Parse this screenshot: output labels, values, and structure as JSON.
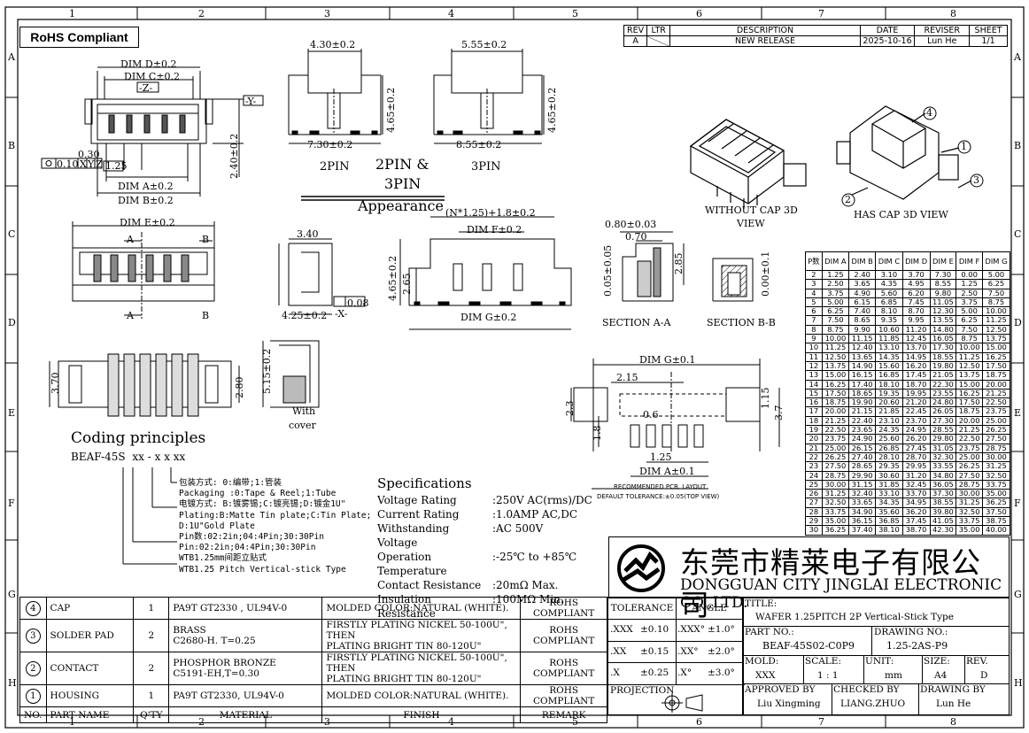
{
  "frame": {
    "top_numbers": [
      "1",
      "2",
      "3",
      "4",
      "5",
      "6",
      "7",
      "8"
    ],
    "side_letters": [
      "A",
      "B",
      "C",
      "D",
      "E",
      "F",
      "G",
      "H"
    ]
  },
  "rohs_badge": "RoHS Compliant",
  "revision": {
    "headers": [
      "REV",
      "LTR",
      "DESCRIPTION",
      "DATE",
      "REVISER",
      "SHEET"
    ],
    "row": [
      "A",
      "",
      "NEW RELEASE",
      "2025-10-16",
      "Lun He",
      "1/1"
    ]
  },
  "views": {
    "dim_d": "DIM D±0.2",
    "dim_c": "DIM C±0.2",
    "z_datum": "-Z-",
    "y_datum": "-Y-",
    "dim_030": "0.30",
    "tol_frame": "0.10",
    "tol_x": "X",
    "tol_y": "Y",
    "tol_z": "Z",
    "dim_125": "1.25",
    "dim_240": "2.40±0.2",
    "dim_a": "DIM A±0.2",
    "dim_b": "DIM B±0.2",
    "p2_width": "4.30±0.2",
    "p2_height": "4.65±0.2",
    "p2_base": "7.30±0.2",
    "p2_label": "2PIN",
    "p3_width": "5.55±0.2",
    "p3_height": "4.65±0.2",
    "p3_base": "8.55±0.2",
    "p3_label": "3PIN",
    "pin_title_1": "2PIN &",
    "pin_title_2": "3PIN",
    "appearance": "Appearance",
    "view_without_cap_1": "WITHOUT CAP 3D",
    "view_without_cap_2": "VIEW",
    "view_has_cap": "HAS CAP 3D VIEW",
    "callout_1": "1",
    "callout_2": "2",
    "callout_3": "3",
    "callout_4": "4",
    "dim_e": "DIM E±0.2",
    "section_a_mark": "A",
    "section_b_mark": "B",
    "side_340": "3.40",
    "side_425": "4.25±0.2",
    "side_flat": "0.08",
    "side_x": "-X-",
    "front_n": "(N*1.25)+1.8±0.2",
    "front_f": "DIM F±0.2",
    "front_465": "4.65±0.2",
    "front_265": "2.65",
    "front_g": "DIM G±0.2",
    "sec_080": "0.80±0.03",
    "sec_070": "0.70",
    "sec_285": "2.85",
    "sec_005": "0.05±0.05",
    "sec_aa": "SECTION A-A",
    "sec_bb": "SECTION B-B",
    "sec_bb_dim": "0.00±0.1",
    "bot_370": "3.70",
    "bot_280": "2.80",
    "cover_515": "5.15±0.2",
    "cover_label_1": "With",
    "cover_label_2": "cover",
    "pcb_g": "DIM G±0.1",
    "pcb_215": "2.15",
    "pcb_23": "2.3",
    "pcb_06": "0.6",
    "pcb_115": "1.15",
    "pcb_37": "3.7",
    "pcb_18": "1.8",
    "pcb_125": "1.25",
    "pcb_a": "DIM A±0.1",
    "pcb_title": "RECOMMENDED PCB. LAYOUT",
    "pcb_tol": "DEFAULT TOLERANCE:±0.05(TOP VIEW)"
  },
  "coding": {
    "title": "Coding principles",
    "code": "BEAF-45S",
    "code_parts": "xx - x  x xx",
    "lines": [
      "包装方式: 0:编带;1:管装",
      "Packaging :0:Tape & Reel;1:Tube",
      "电镀方式: B:镀雾锡;C:镀亮锡;D:镀金1U\"",
      "Plating:B:Matte Tin plate;C:Tin Plate;",
      "D:1U\"Gold Plate",
      "Pin数:02:2in;04:4Pin;30:30Pin",
      "Pin:02:2in;04:4Pin;30:30Pin",
      "WTB1.25mm间距立贴式",
      "WTB1.25 Pitch Vertical-stick Type"
    ]
  },
  "specifications": {
    "title": "Specifications",
    "rows": [
      {
        "label": "Voltage Rating",
        "value": ":250V AC(rms)/DC"
      },
      {
        "label": "Current Rating",
        "value": ":1.0AMP AC,DC"
      },
      {
        "label": "Withstanding Voltage",
        "value": ":AC 500V"
      },
      {
        "label": "Operation Temperature",
        "value": ":-25℃ to +85℃"
      },
      {
        "label": "Contact Resistance",
        "value": ":20mΩ Max."
      },
      {
        "label": "Insulation Resistance",
        "value": ":100MΩ Min."
      }
    ]
  },
  "dim_table": {
    "headers": [
      "P数",
      "DIM A",
      "DIM B",
      "DIM C",
      "DIM D",
      "DIM E",
      "DIM F",
      "DIM G"
    ],
    "rows": [
      [
        "2",
        "1.25",
        "2.40",
        "3.10",
        "3.70",
        "7.30",
        "0.00",
        "5.00"
      ],
      [
        "3",
        "2.50",
        "3.65",
        "4.35",
        "4.95",
        "8.55",
        "1.25",
        "6.25"
      ],
      [
        "4",
        "3.75",
        "4.90",
        "5.60",
        "6.20",
        "9.80",
        "2.50",
        "7.50"
      ],
      [
        "5",
        "5.00",
        "6.15",
        "6.85",
        "7.45",
        "11.05",
        "3.75",
        "8.75"
      ],
      [
        "6",
        "6.25",
        "7.40",
        "8.10",
        "8.70",
        "12.30",
        "5.00",
        "10.00"
      ],
      [
        "7",
        "7.50",
        "8.65",
        "9.35",
        "9.95",
        "13.55",
        "6.25",
        "11.25"
      ],
      [
        "8",
        "8.75",
        "9.90",
        "10.60",
        "11.20",
        "14.80",
        "7.50",
        "12.50"
      ],
      [
        "9",
        "10.00",
        "11.15",
        "11.85",
        "12.45",
        "16.05",
        "8.75",
        "13.75"
      ],
      [
        "10",
        "11.25",
        "12.40",
        "13.10",
        "13.70",
        "17.30",
        "10.00",
        "15.00"
      ],
      [
        "11",
        "12.50",
        "13.65",
        "14.35",
        "14.95",
        "18.55",
        "11.25",
        "16.25"
      ],
      [
        "12",
        "13.75",
        "14.90",
        "15.60",
        "16.20",
        "19.80",
        "12.50",
        "17.50"
      ],
      [
        "13",
        "15.00",
        "16.15",
        "16.85",
        "17.45",
        "21.05",
        "13.75",
        "18.75"
      ],
      [
        "14",
        "16.25",
        "17.40",
        "18.10",
        "18.70",
        "22.30",
        "15.00",
        "20.00"
      ],
      [
        "15",
        "17.50",
        "18.65",
        "19.35",
        "19.95",
        "23.55",
        "16.25",
        "21.25"
      ],
      [
        "16",
        "18.75",
        "19.90",
        "20.60",
        "21.20",
        "24.80",
        "17.50",
        "22.50"
      ],
      [
        "17",
        "20.00",
        "21.15",
        "21.85",
        "22.45",
        "26.05",
        "18.75",
        "23.75"
      ],
      [
        "18",
        "21.25",
        "22.40",
        "23.10",
        "23.70",
        "27.30",
        "20.00",
        "25.00"
      ],
      [
        "19",
        "22.50",
        "23.65",
        "24.35",
        "24.95",
        "28.55",
        "21.25",
        "26.25"
      ],
      [
        "20",
        "23.75",
        "24.90",
        "25.60",
        "26.20",
        "29.80",
        "22.50",
        "27.50"
      ],
      [
        "21",
        "25.00",
        "26.15",
        "26.85",
        "27.45",
        "31.05",
        "23.75",
        "28.75"
      ],
      [
        "22",
        "26.25",
        "27.40",
        "28.10",
        "28.70",
        "32.30",
        "25.00",
        "30.00"
      ],
      [
        "23",
        "27.50",
        "28.65",
        "29.35",
        "29.95",
        "33.55",
        "26.25",
        "31.25"
      ],
      [
        "24",
        "28.75",
        "29.90",
        "30.60",
        "31.20",
        "34.80",
        "27.50",
        "32.50"
      ],
      [
        "25",
        "30.00",
        "31.15",
        "31.85",
        "32.45",
        "36.05",
        "28.75",
        "33.75"
      ],
      [
        "26",
        "31.25",
        "32.40",
        "33.10",
        "33.70",
        "37.30",
        "30.00",
        "35.00"
      ],
      [
        "27",
        "32.50",
        "33.65",
        "34.35",
        "34.95",
        "38.55",
        "31.25",
        "36.25"
      ],
      [
        "28",
        "33.75",
        "34.90",
        "35.60",
        "36.20",
        "39.80",
        "32.50",
        "37.50"
      ],
      [
        "29",
        "35.00",
        "36.15",
        "36.85",
        "37.45",
        "41.05",
        "33.75",
        "38.75"
      ],
      [
        "30",
        "36.25",
        "37.40",
        "38.10",
        "38.70",
        "42.30",
        "35.00",
        "40.00"
      ]
    ]
  },
  "company": {
    "cn": "东莞市精莱电子有限公司",
    "en": "DONGGUAN CITY JINGLAI ELECTRONIC CO.,LTD."
  },
  "bom": {
    "rows": [
      {
        "no": "4",
        "part": "CAP",
        "qty": "1",
        "material": "PA9T GT2330 , UL94V-0",
        "finish": "MOLDED COLOR:NATURAL (WHITE).",
        "remark": "ROHS COMPLIANT"
      },
      {
        "no": "3",
        "part": "SOLDER PAD",
        "qty": "2",
        "material": "BRASS\nC2680-H. T=0.25",
        "finish": "FIRSTLY PLATING NICKEL 50-100U\", THEN\nPLATING BRIGHT TIN 80-120U\"",
        "remark": "ROHS COMPLIANT"
      },
      {
        "no": "2",
        "part": "CONTACT",
        "qty": "2",
        "material": "PHOSPHOR BRONZE\nC5191-EH,T=0.30",
        "finish": "FIRSTLY PLATING NICKEL 50-100U\", THEN\nPLATING BRIGHT TIN 80-120U\"",
        "remark": "ROHS COMPLIANT"
      },
      {
        "no": "1",
        "part": "HOUSING",
        "qty": "1",
        "material": "PA9T GT2330, UL94V-0",
        "finish": "MOLDED COLOR:NATURAL (WHITE).",
        "remark": "ROHS COMPLIANT"
      }
    ],
    "headers": {
      "no": "NO.",
      "part": "PART NAME",
      "qty": "Q'TY",
      "material": "MATERIAL",
      "finish": "FINISH",
      "remark": "REMARK"
    }
  },
  "tolerance": {
    "title": "TOLERANCE",
    "angle_title": "ANGLE",
    "rows": [
      {
        "p": ".XXX",
        "t": "±0.10",
        "ap": ".XXX°",
        "at": "±1.0°"
      },
      {
        "p": ".XX",
        "t": "±0.15",
        "ap": ".XX°",
        "at": "±2.0°"
      },
      {
        "p": ".X",
        "t": "±0.25",
        "ap": ".X°",
        "at": "±3.0°"
      }
    ],
    "projection": "PROJECTION"
  },
  "titleblock": {
    "title_label": "TITLE:",
    "title": "WAFER 1.25PITCH 2P Vertical-Stick Type",
    "part_no_label": "PART NO.:",
    "part_no": "BEAF-45S02-C0P9",
    "drawing_no_label": "DRAWING NO.:",
    "drawing_no": "1.25-2AS-P9",
    "mold_label": "MOLD:",
    "mold": "XXX",
    "scale_label": "SCALE:",
    "scale": "1 : 1",
    "unit_label": "UNIT:",
    "unit": "mm",
    "size_label": "SIZE:",
    "size": "A4",
    "rev_label": "REV.",
    "rev": "D",
    "approved_label": "APPROVED BY",
    "approved": "Liu Xingming",
    "checked_label": "CHECKED BY",
    "checked": "LIANG.ZHUO",
    "drawing_label": "DRAWING BY",
    "drawing": "Lun He"
  }
}
